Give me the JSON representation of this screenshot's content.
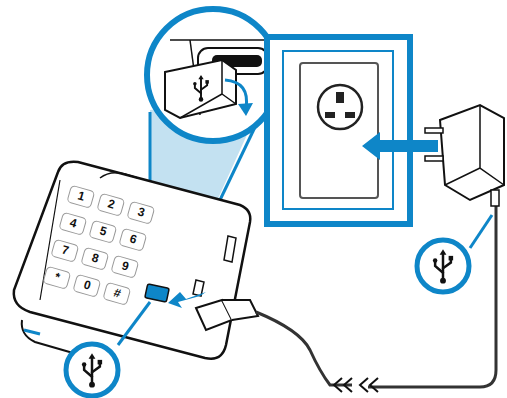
{
  "diagram": {
    "labels": [
      "1",
      "2",
      "3",
      "4",
      "5",
      "6",
      "7",
      "8",
      "9",
      "*",
      "0",
      "#"
    ]
  }
}
